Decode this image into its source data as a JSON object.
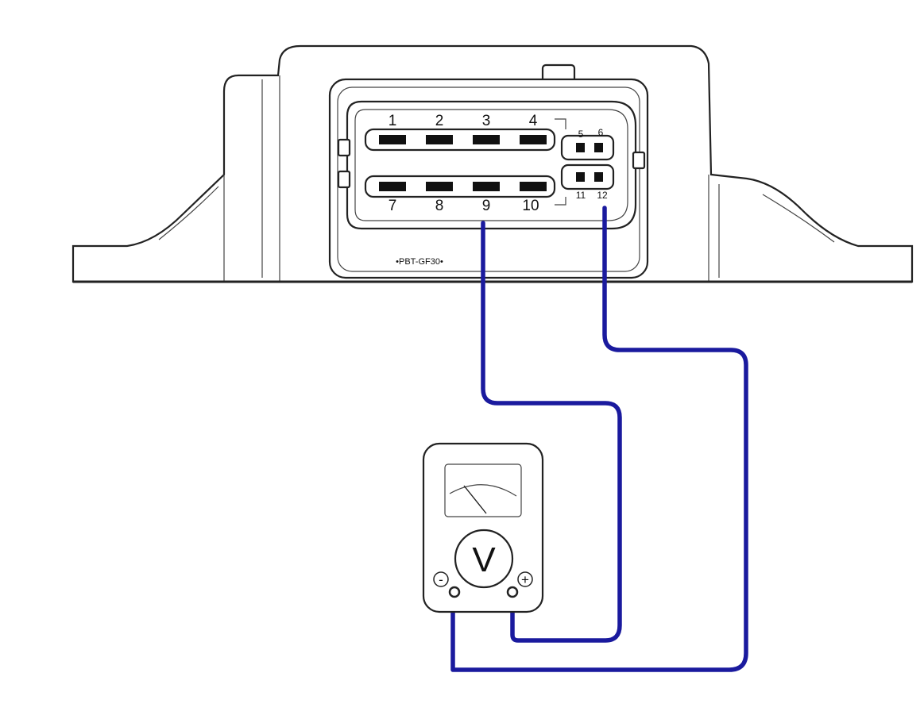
{
  "diagram": {
    "marking": "•PBT-GF30•",
    "connector_pins": {
      "top_row": [
        "1",
        "2",
        "3",
        "4"
      ],
      "bottom_row": [
        "7",
        "8",
        "9",
        "10"
      ],
      "small_top": [
        "5",
        "6"
      ],
      "small_bottom": [
        "11",
        "12"
      ]
    },
    "meter": {
      "unit_symbol": "V",
      "negative_symbol": "-",
      "positive_symbol": "+"
    },
    "connections": [
      {
        "from_pin": "9",
        "to_terminal": "+"
      },
      {
        "from_pin": "12",
        "to_terminal": "-"
      }
    ],
    "colors": {
      "wire": "#1a1a9e",
      "outline": "#222222"
    }
  }
}
